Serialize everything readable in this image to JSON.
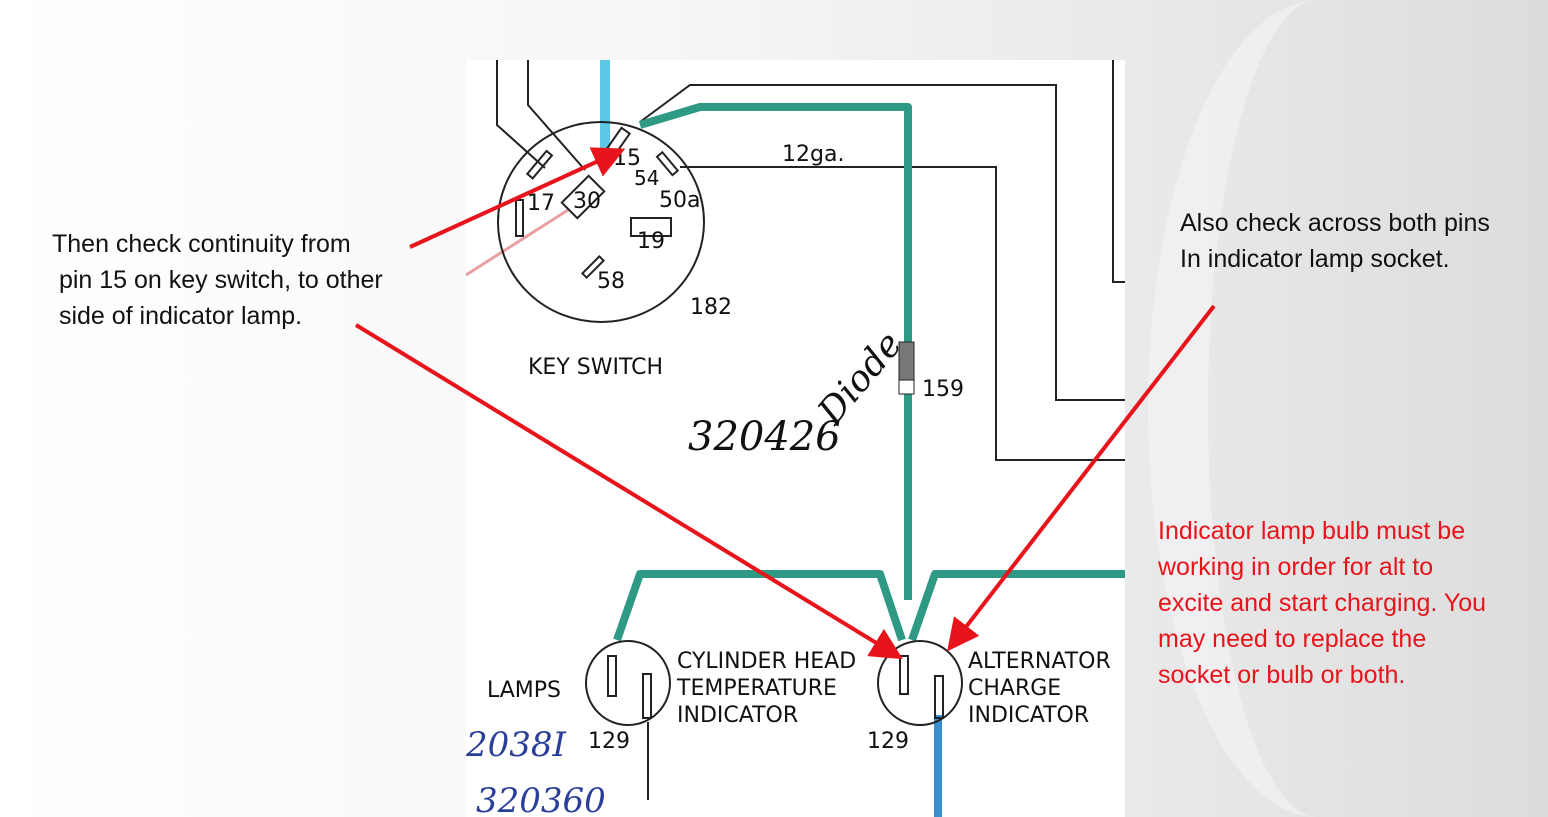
{
  "notes": {
    "left": [
      "Then check continuity from",
      " pin 15 on key switch, to other",
      " side of indicator lamp."
    ],
    "right_top": [
      "Also check across both pins",
      "In indicator lamp socket."
    ],
    "right_red": [
      "Indicator lamp bulb must be",
      "working in order for alt to",
      "excite and start charging. You",
      "may need to replace the",
      "socket or bulb or both."
    ]
  },
  "diagram": {
    "key_switch_label": "KEY SWITCH",
    "pins": {
      "p15": "15",
      "p54": "54",
      "p50a": "50a",
      "p17": "17",
      "p30": "30",
      "p19": "19",
      "p58": "58"
    },
    "key_switch_number": "182",
    "wire_gauge": "12ga.",
    "diode_label": "Diode",
    "diode_part": "320426",
    "connector_number": "159",
    "lamps_label": "LAMPS",
    "cyl_head_label": [
      "CYLINDER HEAD",
      "TEMPERATURE",
      "INDICATOR"
    ],
    "alt_label": [
      "ALTERNATOR",
      "CHARGE",
      "INDICATOR"
    ],
    "lamp_number_left": "129",
    "lamp_number_right": "129",
    "part_a": "2038I",
    "part_b": "320360"
  },
  "colors": {
    "arrow": "#e8141b",
    "green_wire": "#2e9a86",
    "blue_wire": "#3a8fd0",
    "cyan_wire": "#5cc8e6"
  }
}
